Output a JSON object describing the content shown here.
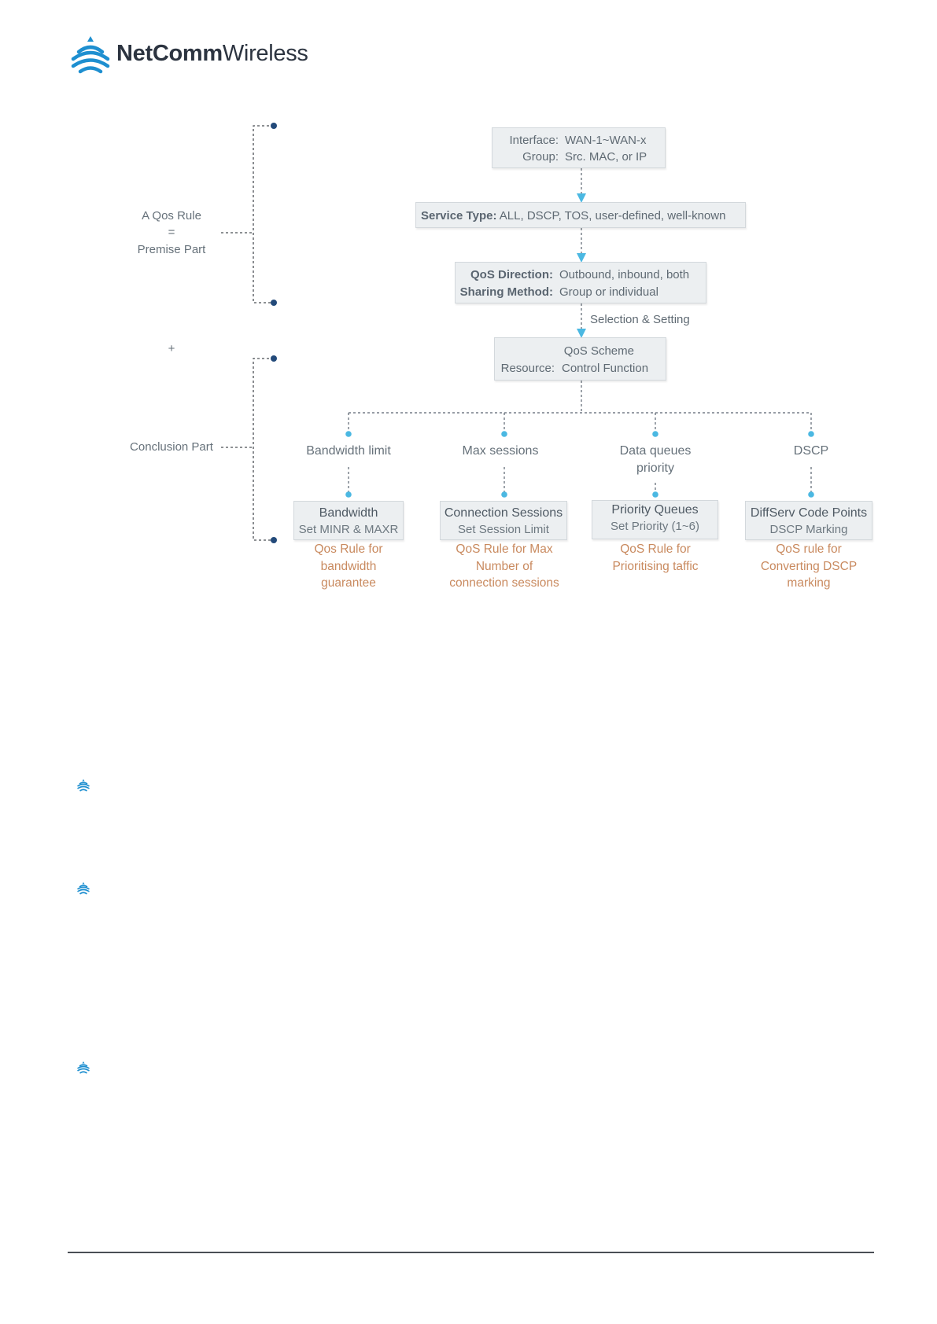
{
  "brand": {
    "bold": "NetComm",
    "light": "Wireless"
  },
  "left": {
    "qos_rule": "A Qos Rule",
    "equals": "=",
    "premise": "Premise Part",
    "plus": "+",
    "conclusion": "Conclusion Part"
  },
  "flow": {
    "interface": {
      "label": "Interface:",
      "value": "WAN-1~WAN-x"
    },
    "group": {
      "label": "Group:",
      "value": "Src. MAC, or IP"
    },
    "service": {
      "label": "Service Type:",
      "value": "ALL, DSCP, TOS, user-defined, well-known"
    },
    "direction": {
      "label": "QoS Direction:",
      "value": "Outbound, inbound, both"
    },
    "sharing": {
      "label": "Sharing Method:",
      "value": "Group or individual"
    },
    "selection": "Selection & Setting",
    "scheme": "QoS Scheme",
    "resource": {
      "label": "Resource:",
      "value": "Control Function"
    }
  },
  "branches": [
    {
      "category": "Bandwidth limit",
      "title": "Bandwidth",
      "subtitle": "Set MINR & MAXR",
      "rule": [
        "Qos Rule for",
        "bandwidth",
        "guarantee"
      ]
    },
    {
      "category": "Max sessions",
      "title": "Connection Sessions",
      "subtitle": "Set Session Limit",
      "rule": [
        "QoS Rule for Max",
        "Number of",
        "connection sessions"
      ]
    },
    {
      "category_lines": [
        "Data queues",
        "priority"
      ],
      "title": "Priority Queues",
      "subtitle": "Set Priority (1~6)",
      "rule": [
        "QoS Rule for",
        "Prioritising taffic"
      ]
    },
    {
      "category": "DSCP",
      "title": "DiffServ Code Points",
      "subtitle": "DSCP Marking",
      "rule": [
        "QoS rule for",
        "Converting DSCP",
        "marking"
      ]
    }
  ],
  "colors": {
    "accent_blue": "#1e8fd0",
    "arrow_blue": "#4bb8e2",
    "bracket_navy": "#234a7a",
    "rule_orange": "#c98a5f"
  }
}
